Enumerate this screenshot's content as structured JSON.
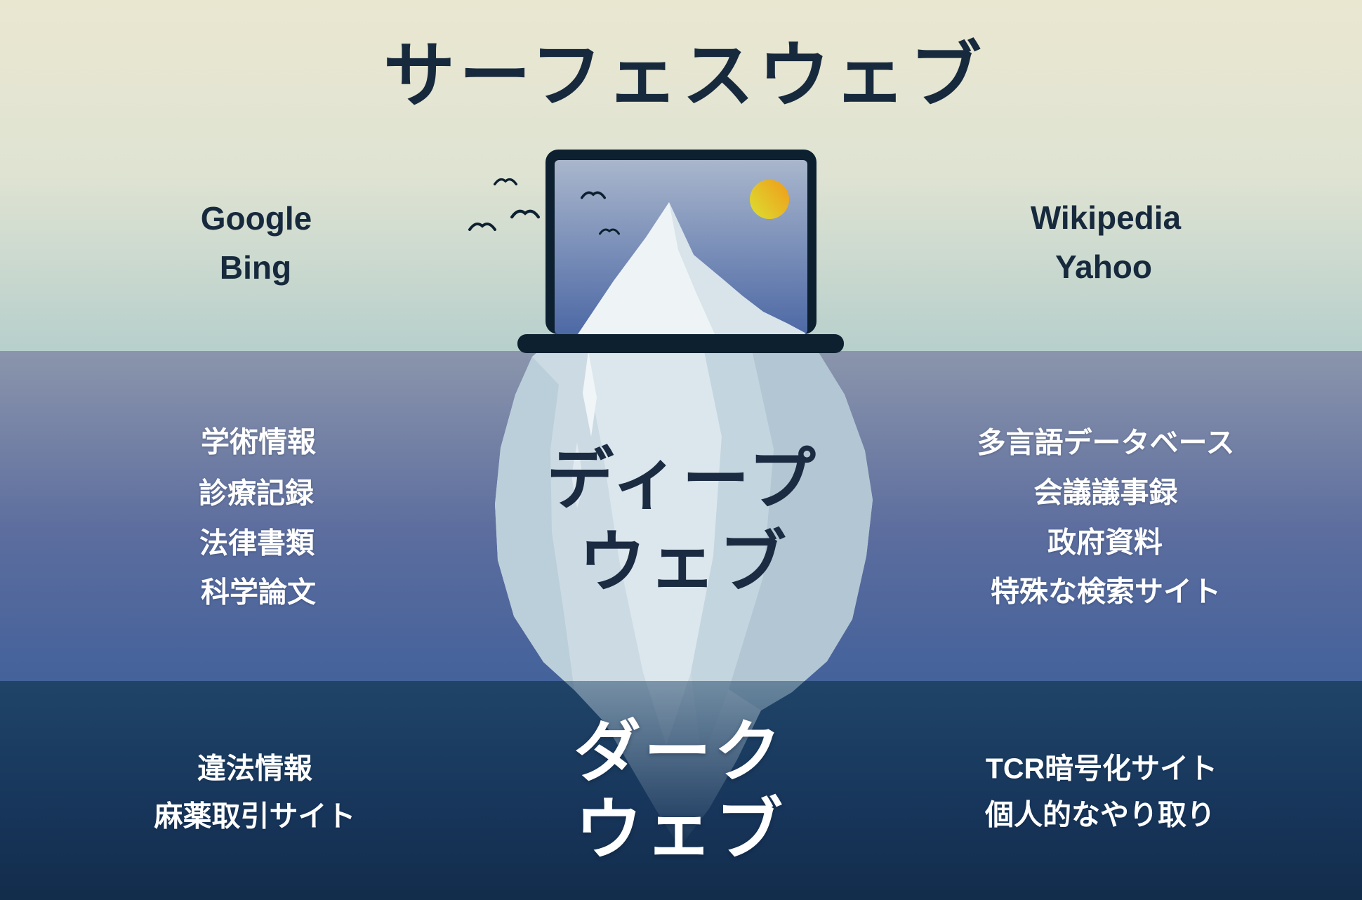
{
  "title": "サーフェスウェブ",
  "surface": {
    "left_labels": [
      "Google",
      "Bing"
    ],
    "right_labels": [
      "Wikipedia",
      "Yahoo"
    ]
  },
  "deep": {
    "title_lines": [
      "ディープ",
      "ウェブ"
    ],
    "left_labels": [
      "学術情報",
      "診療記録",
      "法律書類",
      "科学論文"
    ],
    "right_labels": [
      "多言語データベース",
      "会議議事録",
      "政府資料",
      "特殊な検索サイト"
    ]
  },
  "dark": {
    "title_lines": [
      "ダーク",
      "ウェブ"
    ],
    "left_labels": [
      "違法情報",
      "麻薬取引サイト"
    ],
    "right_labels": [
      "TCR暗号化サイト",
      "個人的なやり取り"
    ]
  },
  "illustration": {
    "icons": [
      "laptop-icon",
      "iceberg-icon",
      "sun-icon",
      "bird-icon"
    ],
    "colors": {
      "surface_sky_top": "#eae7d1",
      "surface_sky_bottom": "#b7cfcc",
      "deep_water_top": "#8b95ac",
      "deep_water_bottom": "#44629b",
      "dark_water_top": "#1f4468",
      "dark_water_bottom": "#122c4b",
      "laptop_frame": "#0c2030",
      "screen_sky_top": "#a4b2c9",
      "screen_sky_bottom": "#4d69a5",
      "iceberg_light": "#eef4f6",
      "iceberg_underwater": "#ccdae3",
      "sun_yellow": "#ddd92f",
      "sun_orange": "#ef9f1b",
      "text_navy": "#17293c",
      "text_white": "#ffffff"
    }
  }
}
